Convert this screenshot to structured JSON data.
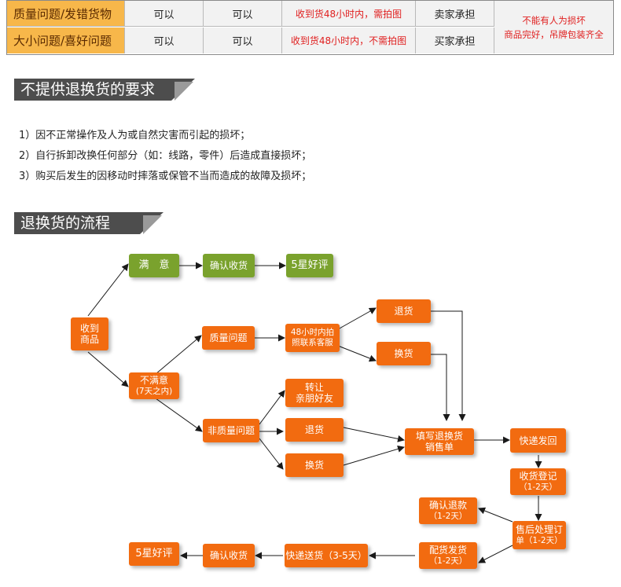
{
  "policy_table": {
    "rows": [
      {
        "type": "质量问题/发错货物",
        "a": "可以",
        "b": "可以",
        "c": "收到货48小时内，需拍图",
        "d": "卖家承担"
      },
      {
        "type": "大小问题/喜好问题",
        "a": "可以",
        "b": "可以",
        "c": "收到货48小时内，不需拍图",
        "d": "买家承担"
      }
    ],
    "merged_note": [
      "不能有人为损坏",
      "商品完好，吊牌包装齐全"
    ]
  },
  "section_no_return": {
    "title": "不提供退换货的要求",
    "rules": [
      "1）因不正常操作及人为或自然灾害而引起的损坏；",
      "2）自行拆卸改换任何部分（如：线路，零件）后造成直接损坏；",
      "3）购买后发生的因移动时摔落或保管不当而造成的故障及损坏；"
    ]
  },
  "section_flow": {
    "title": "退换货的流程",
    "nodes": {
      "satisfied": "满　意",
      "confirm_top": "确认收货",
      "five_star_top": "5星好评",
      "received": [
        "收到",
        "商品"
      ],
      "unsatisfied": [
        "不满意",
        "(7天之内)"
      ],
      "quality_issue": "质量问题",
      "contact_48h": [
        "48小时内拍",
        "照联系客服"
      ],
      "return_a": "退货",
      "exchange_a": "换货",
      "non_quality": "非质量问题",
      "transfer": [
        "转让",
        "亲朋好友"
      ],
      "return_b": "退货",
      "exchange_b": "换货",
      "fill_form": [
        "填写退换货",
        "销售单"
      ],
      "ship_back": "快递发回",
      "receipt_register": [
        "收货登记",
        "（1-2天）"
      ],
      "confirm_refund": [
        "确认退款",
        "（1-2天）"
      ],
      "after_sales": [
        "售后处理订",
        "单（1-2天）"
      ],
      "dispatch": [
        "配货发货",
        "（1-2天）"
      ],
      "express_delivery": "快递送货（3-5天）",
      "confirm_bottom": "确认收货",
      "five_star_bottom": "5星好评"
    }
  },
  "colors": {
    "orange": "#f26b10",
    "green": "#7aa22d",
    "header_bar": "#4d4d4d",
    "table_type_bg": "#f7b74a",
    "red_text": "#e02020"
  }
}
